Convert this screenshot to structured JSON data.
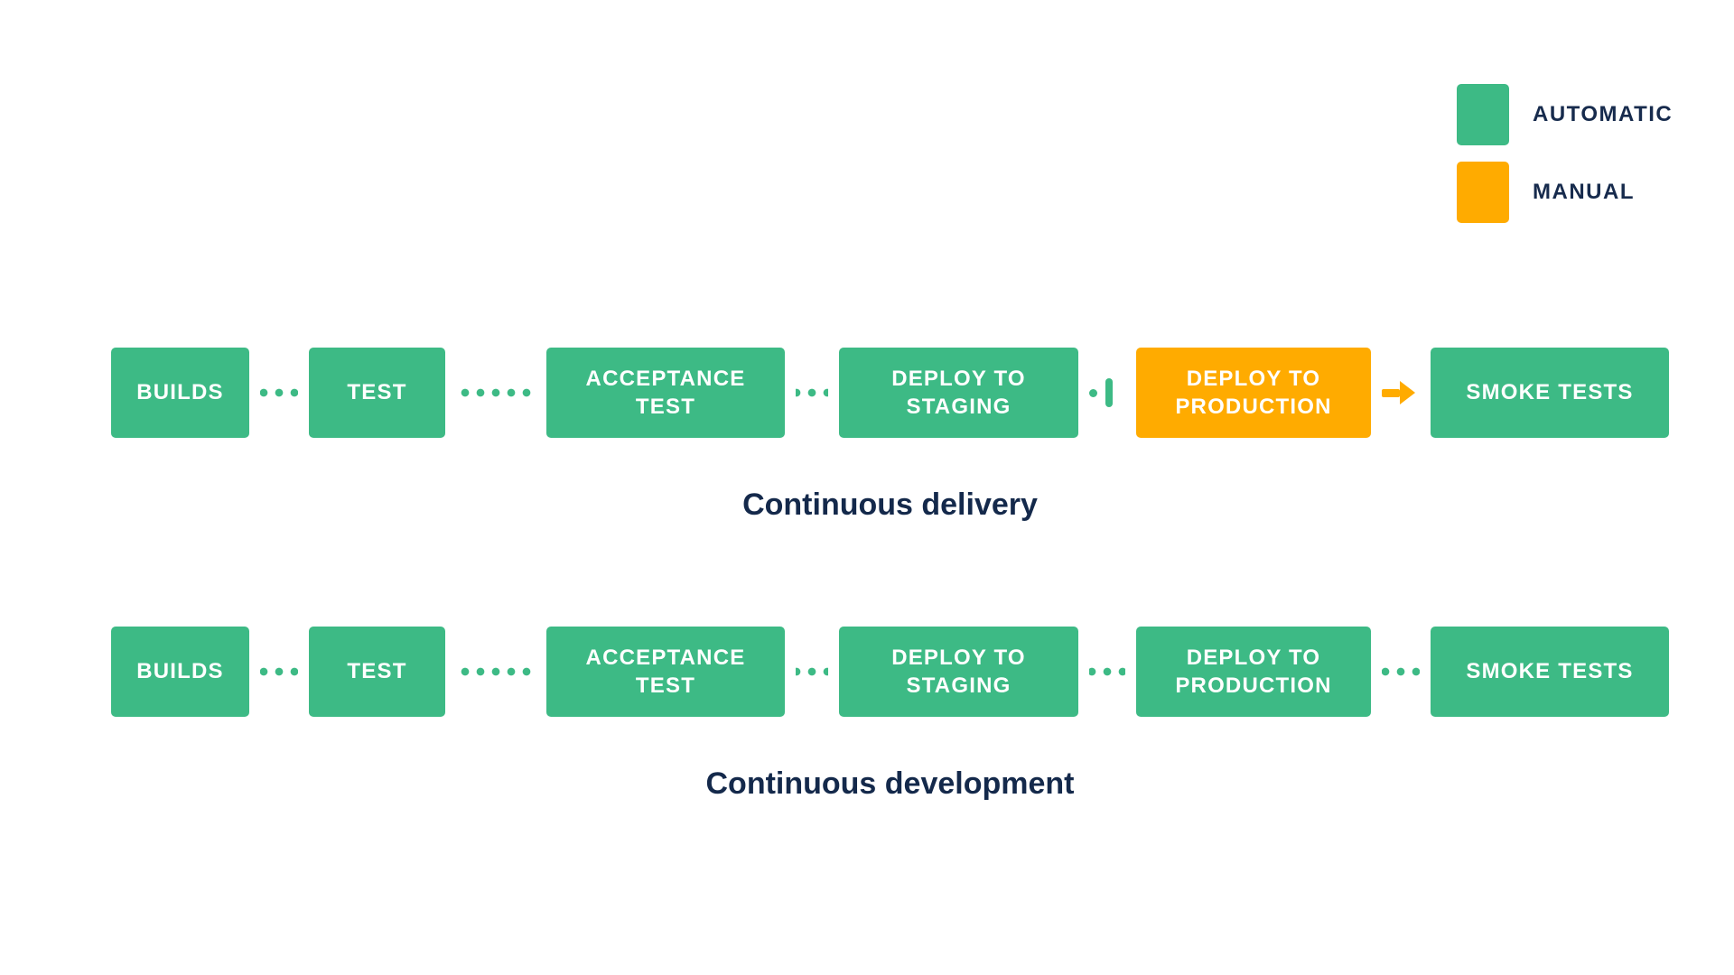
{
  "colors": {
    "automatic": "#3DBA85",
    "manual": "#FFAB00",
    "caption_text": "#14294B",
    "legend_text": "#172B4D",
    "stage_text": "#FFFFFF"
  },
  "legend": {
    "items": [
      {
        "label": "AUTOMATIC",
        "color": "#3DBA85"
      },
      {
        "label": "MANUAL",
        "color": "#FFAB00"
      }
    ]
  },
  "pipelines": [
    {
      "caption": "Continuous delivery",
      "stages": [
        {
          "label": "BUILDS",
          "type": "automatic"
        },
        {
          "label": "TEST",
          "type": "automatic"
        },
        {
          "label": "ACCEPTANCE TEST",
          "type": "automatic"
        },
        {
          "label": "DEPLOY TO STAGING",
          "type": "automatic"
        },
        {
          "label": "DEPLOY TO PRODUCTION",
          "type": "manual"
        },
        {
          "label": "SMOKE TESTS",
          "type": "automatic"
        }
      ],
      "connectors": [
        "dotted",
        "dotted",
        "dotted",
        "dot-stop-bar",
        "orange-arrow"
      ]
    },
    {
      "caption": "Continuous development",
      "stages": [
        {
          "label": "BUILDS",
          "type": "automatic"
        },
        {
          "label": "TEST",
          "type": "automatic"
        },
        {
          "label": "ACCEPTANCE TEST",
          "type": "automatic"
        },
        {
          "label": "DEPLOY TO STAGING",
          "type": "automatic"
        },
        {
          "label": "DEPLOY TO PRODUCTION",
          "type": "automatic"
        },
        {
          "label": "SMOKE TESTS",
          "type": "automatic"
        }
      ],
      "connectors": [
        "dotted",
        "dotted",
        "dotted",
        "dotted",
        "dotted"
      ]
    }
  ]
}
